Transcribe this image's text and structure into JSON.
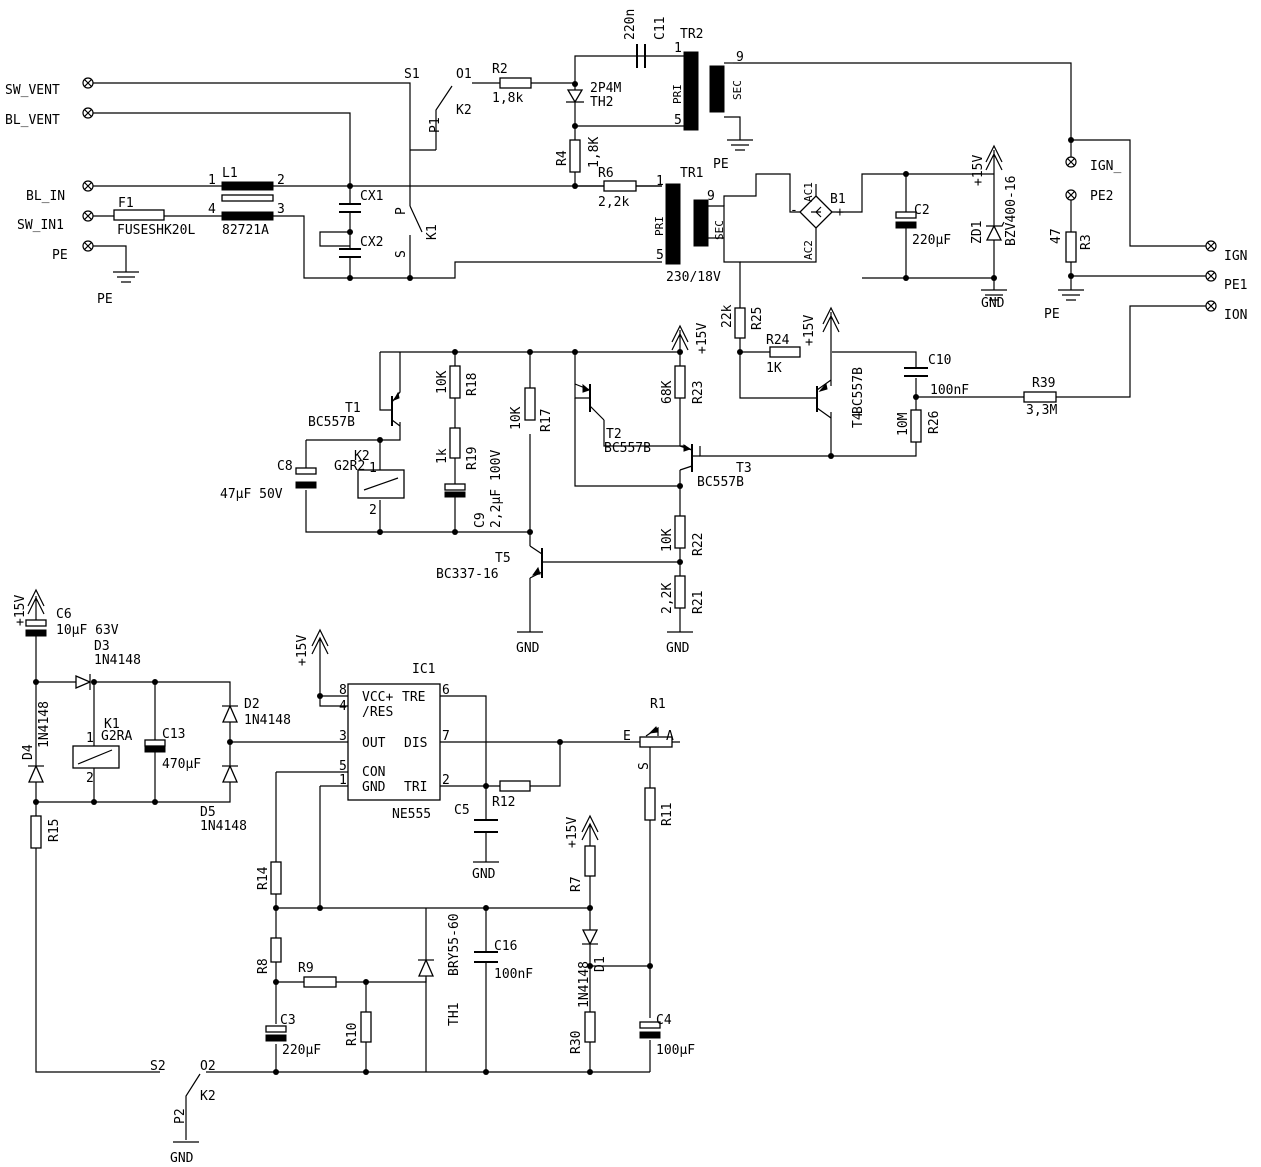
{
  "connectors": [
    {
      "id": "sw_vent",
      "label": "SW_VENT"
    },
    {
      "id": "bl_vent",
      "label": "BL_VENT"
    },
    {
      "id": "bl_in",
      "label": "BL_IN"
    },
    {
      "id": "sw_in1",
      "label": "SW_IN1"
    },
    {
      "id": "pe",
      "label": "PE"
    },
    {
      "id": "ign_",
      "label": "IGN_"
    },
    {
      "id": "pe2",
      "label": "PE2"
    },
    {
      "id": "ign",
      "label": "IGN"
    },
    {
      "id": "pe1",
      "label": "PE1"
    },
    {
      "id": "ion",
      "label": "ION"
    }
  ],
  "components": {
    "f1": {
      "ref": "F1",
      "value": "FUSESHK20L"
    },
    "l1": {
      "ref": "L1",
      "value": "82721A",
      "pins": [
        "1",
        "2",
        "4",
        "3"
      ]
    },
    "cx1": {
      "ref": "CX1"
    },
    "cx2": {
      "ref": "CX2"
    },
    "k1": {
      "ref": "K1",
      "pins": [
        "P",
        "S"
      ]
    },
    "k2a": {
      "ref": "K2",
      "pins": [
        "S1",
        "O1",
        "P1"
      ]
    },
    "r2": {
      "ref": "R2",
      "value": "1,8k"
    },
    "th2": {
      "ref": "TH2",
      "value": "2P4M"
    },
    "c11": {
      "ref": "C11",
      "value": "220n"
    },
    "tr2": {
      "ref": "TR2",
      "pri": "PRI",
      "sec": "SEC",
      "pins": [
        "1",
        "5",
        "9"
      ]
    },
    "r4": {
      "ref": "R4",
      "value": "1,8K"
    },
    "r6": {
      "ref": "R6",
      "value": "2,2k"
    },
    "tr1": {
      "ref": "TR1",
      "value": "230/18V",
      "pri": "PRI",
      "sec": "SEC",
      "pins": [
        "1",
        "5",
        "9"
      ]
    },
    "b1": {
      "ref": "B1",
      "pins": [
        "AC1",
        "AC2",
        "-",
        "+"
      ]
    },
    "c2": {
      "ref": "C2",
      "value": "220µF"
    },
    "zd1": {
      "ref": "ZD1",
      "value": "BZV400-16"
    },
    "r3": {
      "ref": "R3",
      "value": "47"
    },
    "r25": {
      "ref": "R25",
      "value": "22k"
    },
    "r24": {
      "ref": "R24",
      "value": "1K"
    },
    "c10": {
      "ref": "C10",
      "value": "100nF"
    },
    "r39": {
      "ref": "R39",
      "value": "3,3M"
    },
    "r26": {
      "ref": "R26",
      "value": "10M"
    },
    "t4": {
      "ref": "T4",
      "value": "BC557B"
    },
    "t1": {
      "ref": "T1",
      "value": "BC557B"
    },
    "r18": {
      "ref": "R18",
      "value": "10K"
    },
    "r19": {
      "ref": "R19",
      "value": "1k"
    },
    "c9": {
      "ref": "C9",
      "value": "2,2µF 100V"
    },
    "k2coil": {
      "ref": "K2",
      "value": "G2R2",
      "pins": [
        "1",
        "2"
      ]
    },
    "c8": {
      "ref": "C8",
      "value": "47µF 50V"
    },
    "r17": {
      "ref": "R17",
      "value": "10K"
    },
    "t2": {
      "ref": "T2",
      "value": "BC557B"
    },
    "r23": {
      "ref": "R23",
      "value": "68K"
    },
    "t3": {
      "ref": "T3",
      "value": "BC557B"
    },
    "r22": {
      "ref": "R22",
      "value": "10K"
    },
    "r21": {
      "ref": "R21",
      "value": "2,2K"
    },
    "t5": {
      "ref": "T5",
      "value": "BC337-16"
    },
    "c6": {
      "ref": "C6",
      "value": "10µF 63V"
    },
    "d3": {
      "ref": "D3",
      "value": "1N4148"
    },
    "d4": {
      "ref": "D4",
      "value": "1N4148"
    },
    "k1coil": {
      "ref": "K1",
      "value": "G2RA",
      "pins": [
        "1",
        "2"
      ]
    },
    "c13": {
      "ref": "C13",
      "value": "470µF"
    },
    "d2": {
      "ref": "D2",
      "value": "1N4148"
    },
    "d5": {
      "ref": "D5",
      "value": "1N4148"
    },
    "r15": {
      "ref": "R15"
    },
    "ic1": {
      "ref": "IC1",
      "value": "NE555",
      "pin_labels": [
        "VCC+",
        "/RES",
        "OUT",
        "CON",
        "GND",
        "TRE",
        "DIS",
        "TRI"
      ],
      "pins": [
        "8",
        "4",
        "3",
        "5",
        "1",
        "6",
        "7",
        "2"
      ]
    },
    "c5": {
      "ref": "C5"
    },
    "r12": {
      "ref": "R12"
    },
    "r1": {
      "ref": "R1",
      "pins": [
        "E",
        "A",
        "S"
      ]
    },
    "r11": {
      "ref": "R11"
    },
    "r14": {
      "ref": "R14"
    },
    "r8": {
      "ref": "R8"
    },
    "r9": {
      "ref": "R9"
    },
    "r10": {
      "ref": "R10"
    },
    "c3": {
      "ref": "C3",
      "value": "220µF"
    },
    "th1": {
      "ref": "TH1",
      "value": "BRY55-60"
    },
    "c16": {
      "ref": "C16",
      "value": "100nF"
    },
    "r7": {
      "ref": "R7"
    },
    "d1": {
      "ref": "D1",
      "value": "1N4148"
    },
    "r30": {
      "ref": "R30"
    },
    "c4": {
      "ref": "C4",
      "value": "100µF"
    },
    "k2b": {
      "ref": "K2",
      "pins": [
        "S2",
        "O2",
        "P2"
      ]
    }
  },
  "nets": {
    "vcc": "+15V",
    "gnd": "GND",
    "pe": "PE"
  }
}
